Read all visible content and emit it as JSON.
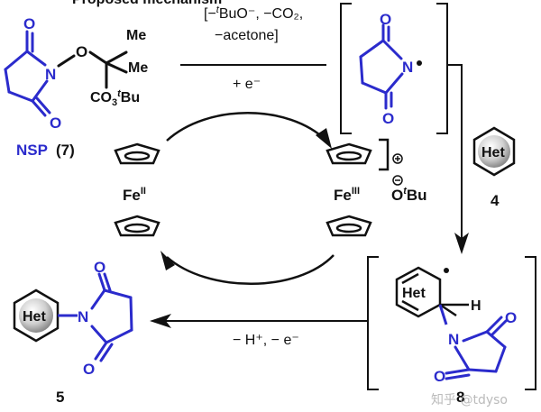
{
  "header_partial": "Proposed mechanism",
  "conditions": {
    "line1": "[−",
    "line1_sup": "t",
    "line1_rest": "BuO⁻, −CO₂,",
    "line2": "−acetone]",
    "line3": "+ e⁻"
  },
  "nsp": {
    "name": "NSP",
    "number": "(7)",
    "me1": "Me",
    "me2": "Me",
    "ester_prefix": "CO",
    "ester_sub": "3",
    "ester_sup": "t",
    "ester_suffix": "Bu",
    "n_atom": "N",
    "o_link": "O",
    "o_top": "O",
    "o_bottom": "O"
  },
  "radical": {
    "n_atom": "N",
    "o_top": "O",
    "o_bottom": "O"
  },
  "ferrocene": {
    "fe_ii": "Fe",
    "fe_ii_sup": "II",
    "fe_iii": "Fe",
    "fe_iii_sup": "III",
    "counter_anion": "O",
    "counter_sup": "t",
    "counter_suffix": "Bu"
  },
  "het4": {
    "label": "Het",
    "number": "4"
  },
  "intermediate8": {
    "label": "Het",
    "h": "H",
    "n": "N",
    "o1": "O",
    "o2": "O",
    "number": "8"
  },
  "product5": {
    "label": "Het",
    "n": "N",
    "o1": "O",
    "o2": "O",
    "number": "5"
  },
  "final_step": {
    "text": "− H⁺, − e⁻"
  },
  "watermark": "知乎 @tdyso",
  "colors": {
    "imide_blue": "#2b2bcc",
    "black": "#111111",
    "het_gray": "#c8c8c8"
  }
}
